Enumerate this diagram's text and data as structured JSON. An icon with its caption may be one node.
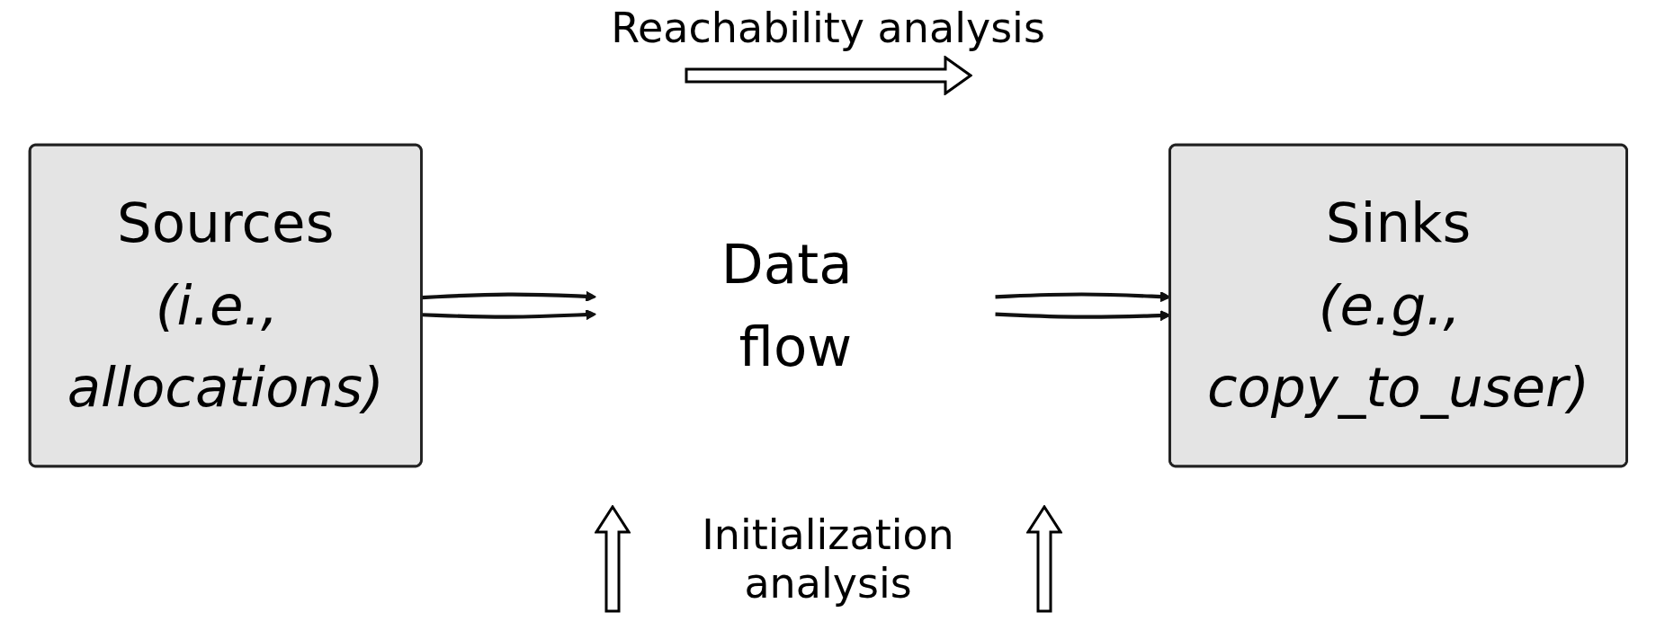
{
  "diagram": {
    "nodes": [
      {
        "text": [
          "Sources",
          "(i.e., allocations)"
        ]
      },
      {
        "text": [
          "Data flow"
        ]
      },
      {
        "text": [
          "Sinks",
          "(e.g., copy_to_user)"
        ]
      }
    ],
    "edges": [
      {
        "from": 0,
        "to": 1,
        "arrow": "to"
      },
      {
        "from": 0,
        "to": 1,
        "arrow": "to"
      },
      {
        "from": 1,
        "to": 2,
        "arrow": "to"
      },
      {
        "from": 1,
        "to": 2,
        "arrow": "to"
      }
    ],
    "labels": [
      "Reachability analysis",
      "Initialization analysis"
    ]
  }
}
